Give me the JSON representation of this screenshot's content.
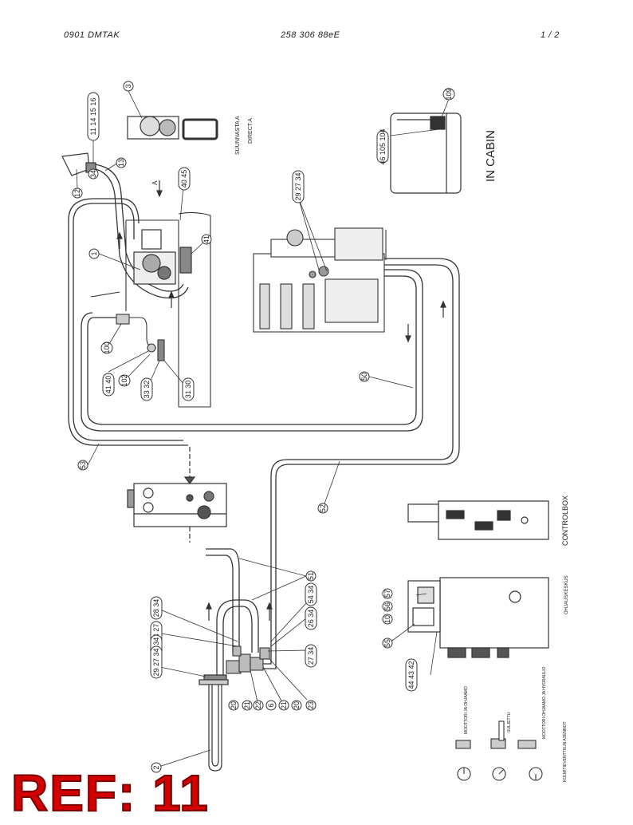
{
  "header": {
    "left": "0901  DMTAK",
    "center": "258 306 88eE",
    "right": "1 /  2"
  },
  "labels": {
    "in_cabin": "IN CABIN",
    "suunnasta": "SUUNNASTA A",
    "direct": "DIRECT.A",
    "arrow_a": "A",
    "controlbox": "CONTROLBOX",
    "ohjauskeskus": "OHJAUSKESKUS",
    "moottori_ohjaamo": "MOOTTORI JA OHJAAMO",
    "suljettu": "SULJETTU",
    "moottori_ohjaamo_hydraulio": "MOOTTORI OHJAAMO JA HYDRAULIO",
    "kolmitieventtiili": "KOLMITIEVENTTIILIN ASENNOT"
  },
  "balloons": {
    "b3": "3",
    "b11_14": "11 14 15 16",
    "b13": "13",
    "b12": "12",
    "b34a": "34",
    "b4045": "40 45",
    "b41": "41",
    "b1": "1",
    "b100": "100",
    "b4140": "41 40",
    "b102": "102",
    "b3332": "33 32",
    "b3130": "31 30",
    "b109": "109",
    "b46": "46 105 104",
    "b2927": "29 27 34",
    "b50": "50",
    "b53": "53",
    "b52": "52",
    "b51": "51",
    "b5434": "54 34",
    "b2634": "26 34",
    "b2734r": "27 34",
    "b23": "23",
    "b20r": "20",
    "b21r": "21",
    "b6": "6",
    "b22": "22",
    "b21": "21",
    "b20": "20",
    "b2": "2",
    "b2834": "28 34",
    "b2427": "24 27",
    "b2734l": "27 34",
    "b2927l": "29 27 34",
    "b57": "57",
    "b56": "56",
    "b10": "10",
    "b55": "55",
    "b44": "44 43 42"
  },
  "ref_mark": "REF: 11"
}
